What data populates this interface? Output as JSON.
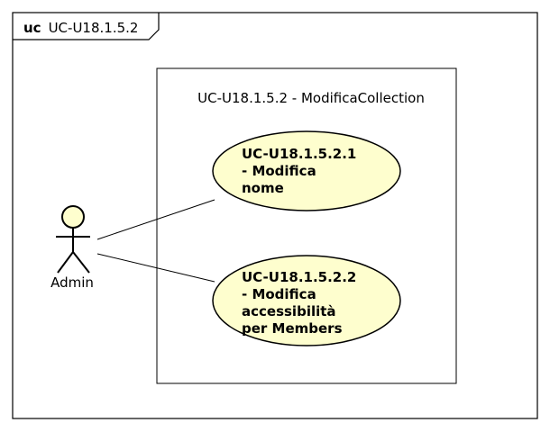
{
  "diagram": {
    "frame": {
      "keyword": "uc",
      "name": "UC-U18.1.5.2"
    },
    "system": {
      "title": "UC-U18.1.5.2 - ModificaCollection"
    },
    "actor": {
      "name": "Admin"
    },
    "use_cases": [
      {
        "lines": [
          "UC-U18.1.5.2.1",
          "- Modifica",
          "nome"
        ]
      },
      {
        "lines": [
          "UC-U18.1.5.2.2",
          "- Modifica",
          "accessibilità",
          "per Members"
        ]
      }
    ],
    "colors": {
      "use_case_fill": "#FEFECE",
      "stroke": "#000000",
      "actor_fill": "#FEFECE"
    }
  }
}
